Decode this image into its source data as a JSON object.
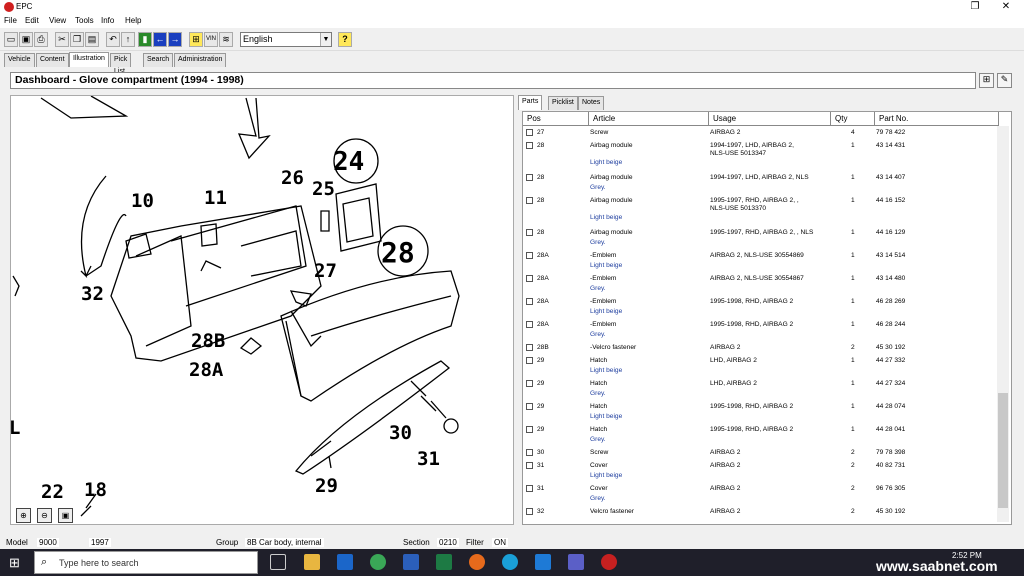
{
  "window": {
    "title": "EPC",
    "buttons": [
      "❐",
      "✕"
    ]
  },
  "menu": [
    "File",
    "Edit",
    "View",
    "Tools",
    "Info",
    "Help"
  ],
  "toolbar": {
    "language": "English",
    "vin_label": "VIN",
    "help_icon": "?"
  },
  "tabs": [
    "Vehicle",
    "Content",
    "Illustration",
    "Pick List",
    "Search",
    "Administration"
  ],
  "active_tab": "Illustration",
  "header": {
    "title": "Dashboard - Glove compartment   (1994 - 1998)"
  },
  "illustration": {
    "callouts": [
      "24",
      "28",
      "26",
      "25",
      "10",
      "11",
      "32",
      "27",
      "28B",
      "28A",
      "30",
      "31",
      "29",
      "22",
      "18",
      "L"
    ]
  },
  "right_tabs": [
    "Parts",
    "Picklist",
    "Notes"
  ],
  "columns": [
    "Pos",
    "Article",
    "Usage",
    "Qty",
    "Part No."
  ],
  "rows": [
    {
      "pos": "27",
      "article": "Screw",
      "usage": [
        "AIRBAG 2"
      ],
      "variant": "",
      "qty": "4",
      "part": "79 78 422"
    },
    {
      "pos": "28",
      "article": "Airbag module",
      "usage": [
        "1994-1997, LHD, AIRBAG 2,",
        "NLS-USE 5013347"
      ],
      "variant": "Light beige",
      "qty": "1",
      "part": "43 14 431"
    },
    {
      "pos": "28",
      "article": "Airbag module",
      "usage": [
        "1994-1997, LHD, AIRBAG 2, NLS"
      ],
      "variant": "Grey.",
      "qty": "1",
      "part": "43 14 407"
    },
    {
      "pos": "28",
      "article": "Airbag module",
      "usage": [
        "1995-1997, RHD, AIRBAG 2, ,",
        "NLS-USE 5013370"
      ],
      "variant": "Light beige",
      "qty": "1",
      "part": "44 16 152"
    },
    {
      "pos": "28",
      "article": "Airbag module",
      "usage": [
        "1995-1997, RHD, AIRBAG 2, , NLS"
      ],
      "variant": "Grey.",
      "qty": "1",
      "part": "44 16 129"
    },
    {
      "pos": "28A",
      "article": "-Emblem",
      "usage": [
        "AIRBAG 2, NLS-USE 30554869"
      ],
      "variant": "Light beige",
      "qty": "1",
      "part": "43 14 514"
    },
    {
      "pos": "28A",
      "article": "-Emblem",
      "usage": [
        "AIRBAG 2, NLS-USE 30554867"
      ],
      "variant": "Grey.",
      "qty": "1",
      "part": "43 14 480"
    },
    {
      "pos": "28A",
      "article": "-Emblem",
      "usage": [
        "1995-1998, RHD, AIRBAG 2"
      ],
      "variant": "Light beige",
      "qty": "1",
      "part": "46 28 269"
    },
    {
      "pos": "28A",
      "article": "-Emblem",
      "usage": [
        "1995-1998, RHD, AIRBAG 2"
      ],
      "variant": "Grey.",
      "qty": "1",
      "part": "46 28 244"
    },
    {
      "pos": "28B",
      "article": "-Velcro fastener",
      "usage": [
        "AIRBAG 2"
      ],
      "variant": "",
      "qty": "2",
      "part": "45 30 192"
    },
    {
      "pos": "29",
      "article": "Hatch",
      "usage": [
        "LHD, AIRBAG 2"
      ],
      "variant": "Light beige",
      "qty": "1",
      "part": "44 27 332"
    },
    {
      "pos": "29",
      "article": "Hatch",
      "usage": [
        "LHD, AIRBAG 2"
      ],
      "variant": "Grey.",
      "qty": "1",
      "part": "44 27 324"
    },
    {
      "pos": "29",
      "article": "Hatch",
      "usage": [
        "1995-1998, RHD, AIRBAG 2"
      ],
      "variant": "Light beige",
      "qty": "1",
      "part": "44 28 074"
    },
    {
      "pos": "29",
      "article": "Hatch",
      "usage": [
        "1995-1998, RHD, AIRBAG 2"
      ],
      "variant": "Grey.",
      "qty": "1",
      "part": "44 28 041"
    },
    {
      "pos": "30",
      "article": "Screw",
      "usage": [
        "AIRBAG 2"
      ],
      "variant": "",
      "qty": "2",
      "part": "79 78 398"
    },
    {
      "pos": "31",
      "article": "Cover",
      "usage": [
        "AIRBAG 2"
      ],
      "variant": "Light beige",
      "qty": "2",
      "part": "40 82 731"
    },
    {
      "pos": "31",
      "article": "Cover",
      "usage": [
        "AIRBAG 2"
      ],
      "variant": "Grey.",
      "qty": "2",
      "part": "96 76 305"
    },
    {
      "pos": "32",
      "article": "Velcro fastener",
      "usage": [
        "AIRBAG 2"
      ],
      "variant": "",
      "qty": "2",
      "part": "45 30 192"
    }
  ],
  "status": {
    "model_label": "Model",
    "model": "9000",
    "year": "1997",
    "group_label": "Group",
    "group": "8B Car body, internal",
    "section_label": "Section",
    "section": "0210",
    "filter_label": "Filter",
    "filter": "ON"
  },
  "taskbar": {
    "search_placeholder": "Type here to search",
    "time": "2:52 PM"
  },
  "watermark": "www.saabnet.com"
}
